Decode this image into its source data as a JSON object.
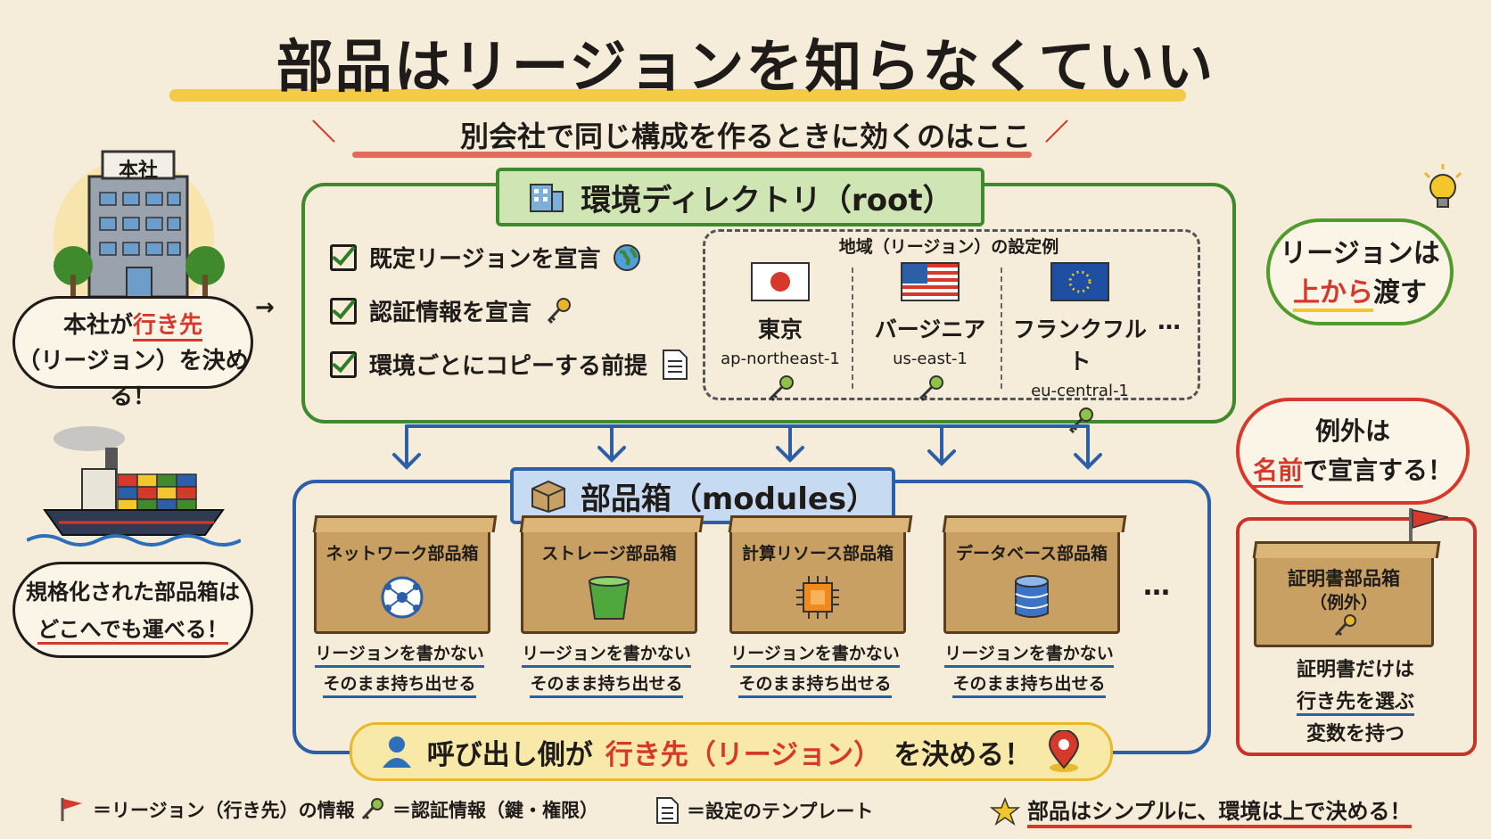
{
  "title": "部品はリージョンを知らなくていい",
  "subtitle": "別会社で同じ構成を作るときに効くのはここ",
  "env": {
    "label": "環境ディレクトリ（root）",
    "checks": [
      "既定リージョンを宣言",
      "認証情報を宣言",
      "環境ごとにコピーする前提"
    ],
    "region_title": "地域（リージョン）の設定例",
    "regions": [
      {
        "name": "東京",
        "code": "ap-northeast-1"
      },
      {
        "name": "バージニア",
        "code": "us-east-1"
      },
      {
        "name": "フランクフルト",
        "code": "eu-central-1"
      }
    ],
    "more": "…"
  },
  "hq": {
    "sign": "本社",
    "bubble_line1_a": "本社が",
    "bubble_line1_b": "行き先",
    "bubble_line2": "（リージョン）を決める！"
  },
  "ship_bubble": {
    "line1": "規格化された部品箱は",
    "line2": "どこへでも運べる！"
  },
  "modules": {
    "label": "部品箱（modules）",
    "boxes": [
      {
        "name": "ネットワーク部品箱",
        "icon": "network-hub-icon"
      },
      {
        "name": "ストレージ部品箱",
        "icon": "bucket-icon"
      },
      {
        "name": "計算リソース部品箱",
        "icon": "chip-icon"
      },
      {
        "name": "データベース部品箱",
        "icon": "database-icon"
      }
    ],
    "line1": "リージョンを書かない",
    "line2": "そのまま持ち出せる",
    "more": "…"
  },
  "banner": {
    "part1": "呼び出し側が",
    "part2": "行き先（リージョン）",
    "part3": "を決める！"
  },
  "right_top": {
    "line1": "リージョンは",
    "line2a": "上から",
    "line2b": "渡す"
  },
  "right_mid": {
    "line1": "例外は",
    "line2a": "名前",
    "line2b": "で宣言する！"
  },
  "exception_box": {
    "name_line1": "証明書部品箱",
    "name_line2": "（例外）",
    "desc1": "証明書だけは",
    "desc2a": "行き先を選ぶ",
    "desc3": "変数を持つ"
  },
  "legend": {
    "flag": "＝リージョン（行き先）の情報",
    "key": "＝認証情報（鍵・権限）",
    "doc": "＝設定のテンプレート",
    "final": "部品はシンプルに、環境は上で決める！"
  },
  "colors": {
    "green": "#3f8a2d",
    "blue": "#2d5fa8",
    "red": "#d6392b",
    "yellow": "#f3c629"
  }
}
